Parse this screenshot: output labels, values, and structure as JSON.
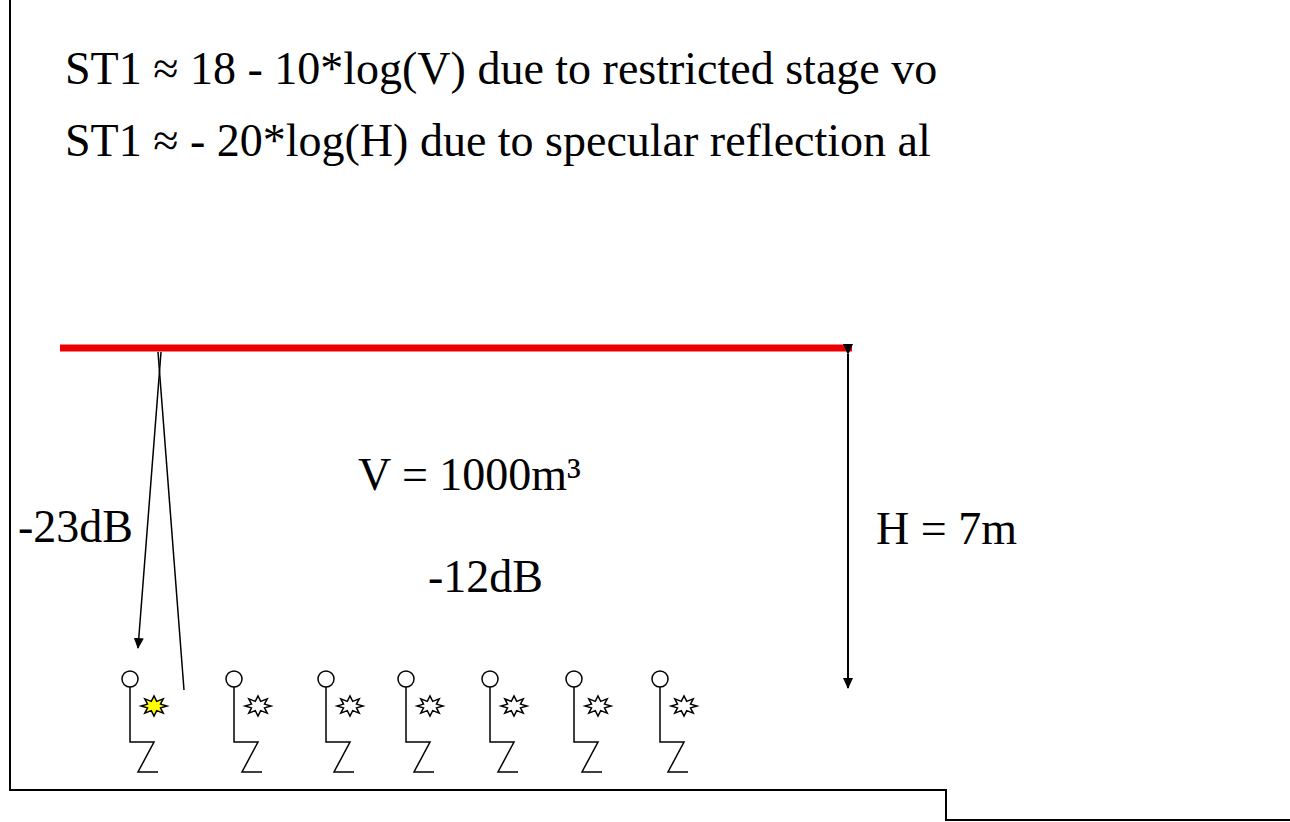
{
  "diagram": {
    "labels": [
      "ST1 ≈ 18 - 10*log(V) due to restricted stage vo",
      "ST1 ≈ - 20*log(H) due to specular reflection al",
      "-23dB",
      "V = 1000m³",
      "-12dB",
      "H = 7m"
    ]
  }
}
